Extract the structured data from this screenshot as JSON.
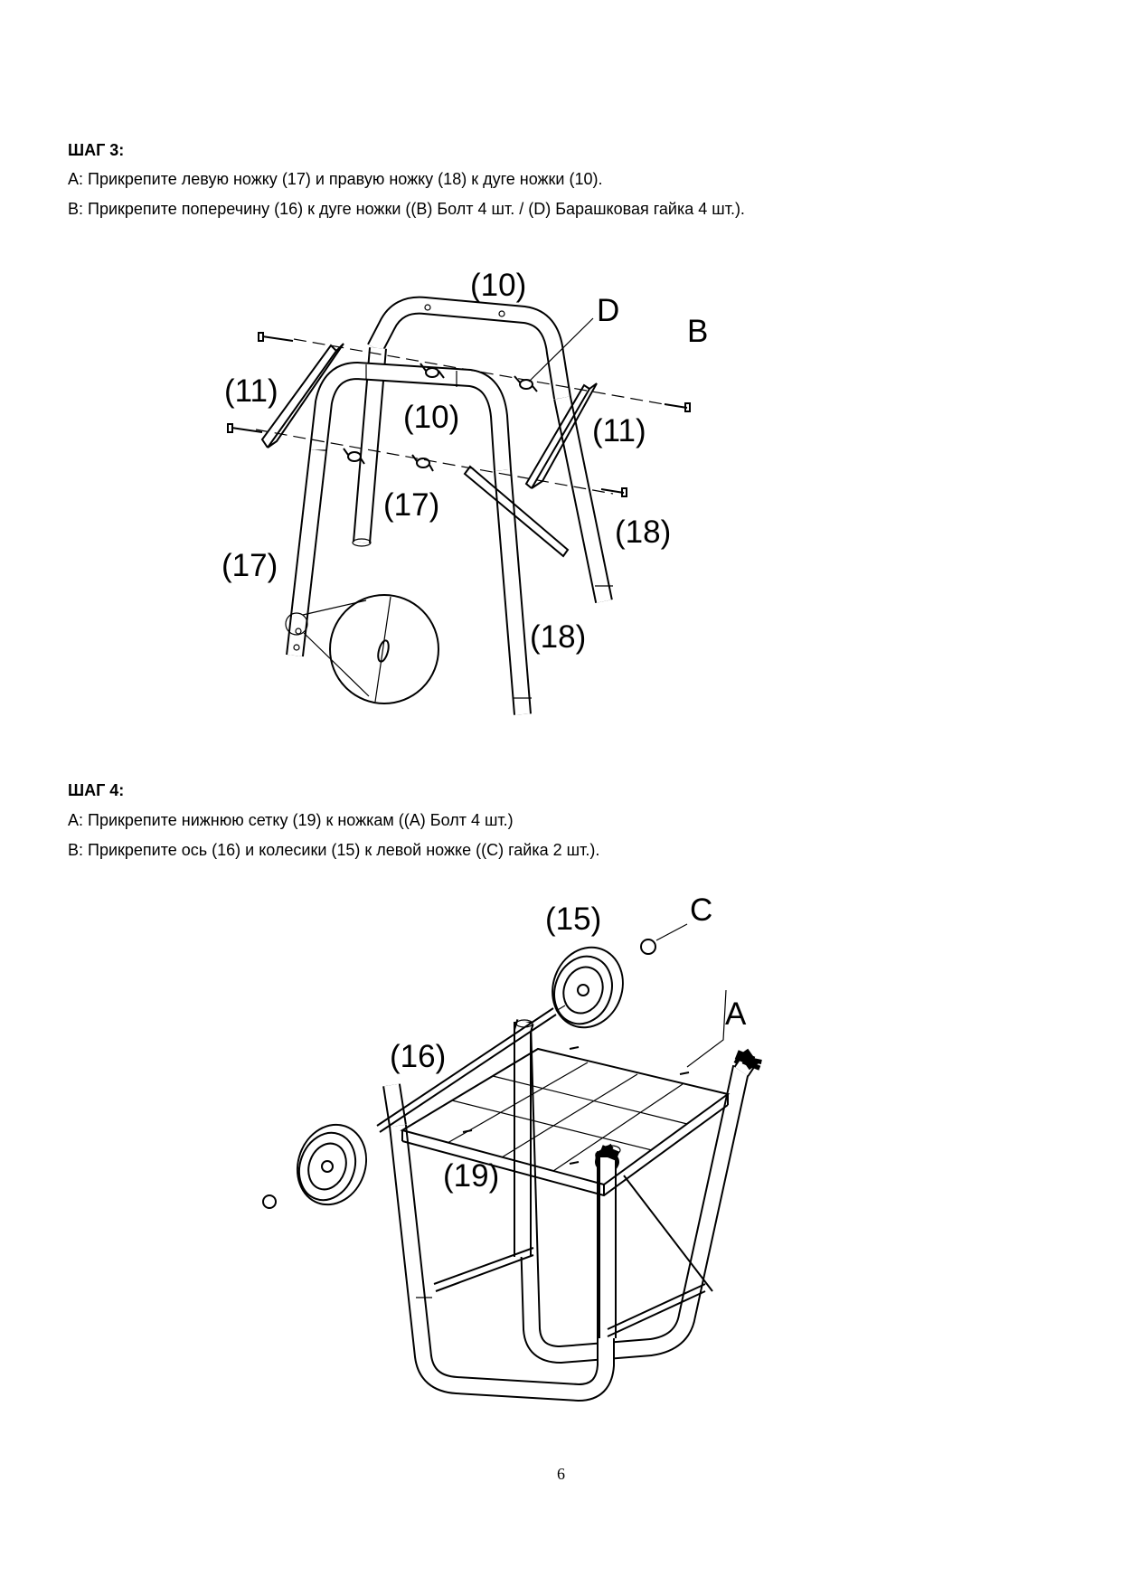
{
  "step3": {
    "title": "ШАГ 3:",
    "line_a": "A: Прикрепите левую ножку (17) и правую ножку (18) к дуге ножки (10).",
    "line_b": "B: Прикрепите поперечину (16) к дуге ножки ((B) Болт 4 шт. / (D) Барашковая гайка 4 шт.).",
    "labels": {
      "arch_back": "(10)",
      "arch_front": "(10)",
      "wingnut": "D",
      "bolt": "B",
      "bracket_left": "(11)",
      "bracket_right": "(11)",
      "leg_left_back": "(17)",
      "leg_left_front": "(17)",
      "leg_right_back": "(18)",
      "leg_right_front": "(18)"
    }
  },
  "step4": {
    "title": "ШАГ 4:",
    "line_a": "A: Прикрепите нижнюю сетку (19) к ножкам ((A) Болт 4 шт.)",
    "line_b": "B: Прикрепите ось (16) и колесики (15) к левой ножке ((C) гайка 2 шт.).",
    "labels": {
      "wheel": "(15)",
      "nut": "C",
      "bolt": "A",
      "axle": "(16)",
      "grid": "(19)"
    }
  },
  "page_number": "6"
}
